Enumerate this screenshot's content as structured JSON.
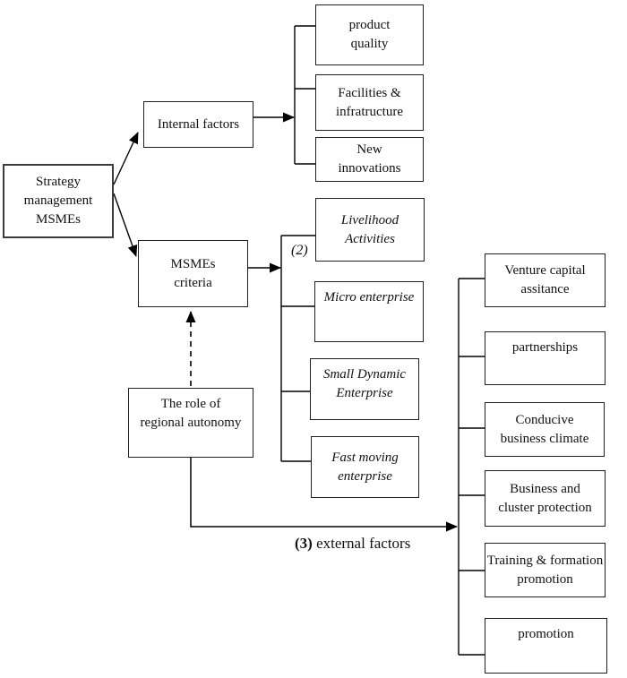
{
  "diagram": {
    "title": "Strategy management MSMEs diagram",
    "background_color": "#ffffff",
    "line_color": "#000000",
    "box_border_color": "#1f1f1f",
    "nodes": {
      "strategy": {
        "line1": "Strategy",
        "line2": "management",
        "line3": "MSMEs"
      },
      "internal_factors": {
        "line1": "Internal factors"
      },
      "product_quality": {
        "line1": "product",
        "line2": "quality"
      },
      "facilities": {
        "line1": "Facilities &",
        "line2": "infratructure"
      },
      "new_innovations": {
        "line1": "New",
        "line2": "innovations"
      },
      "msmes_criteria": {
        "line1": "MSMEs",
        "line2": "criteria"
      },
      "livelihood": {
        "line1": "Livelihood",
        "line2": "Activities"
      },
      "micro_enterprise": {
        "line1": "Micro enterprise"
      },
      "small_dynamic": {
        "line1": "Small Dynamic",
        "line2": "Enterprise"
      },
      "fast_moving": {
        "line1": "Fast moving",
        "line2": "enterprise"
      },
      "regional_autonomy": {
        "line1": "The role of",
        "line2": "regional autonomy"
      },
      "venture_capital": {
        "line1": "Venture capital",
        "line2": "assitance"
      },
      "partnerships": {
        "line1": "partnerships"
      },
      "conducive_climate": {
        "line1": "Conducive",
        "line2": "business climate"
      },
      "business_cluster": {
        "line1": "Business and",
        "line2": "cluster protection"
      },
      "training_formation": {
        "line1": "Training & formation",
        "line2": "promotion"
      },
      "promotion": {
        "line1": "promotion"
      }
    },
    "labels": {
      "group2": "(2)",
      "group3_number": "(3)",
      "group3_text": " external factors"
    }
  }
}
